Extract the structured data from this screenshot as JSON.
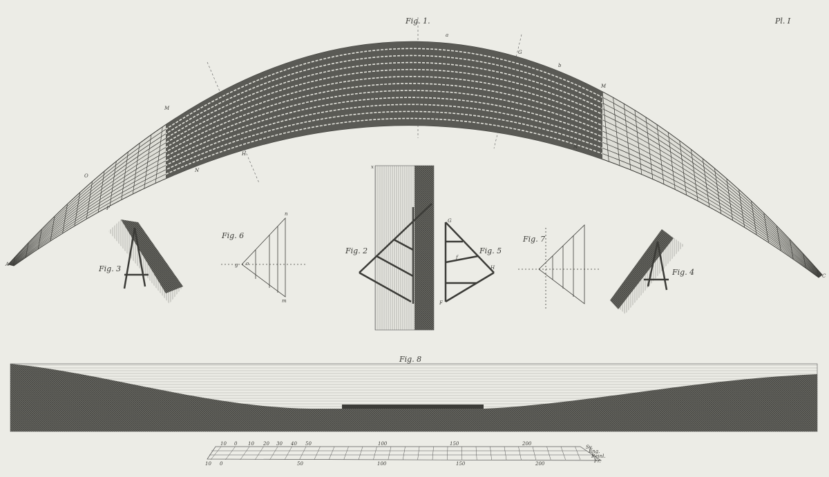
{
  "plate": {
    "plate_number": "Pl. I",
    "figures": {
      "fig1": "Fig. 1.",
      "fig2": "Fig. 2",
      "fig3": "Fig. 3",
      "fig4": "Fig. 4",
      "fig5": "Fig. 5",
      "fig6": "Fig. 6",
      "fig7": "Fig. 7",
      "fig8": "Fig. 8"
    },
    "letters": {
      "A": "A",
      "C": "C",
      "O": "O",
      "P": "P",
      "M": "M",
      "N": "N",
      "G": "G",
      "H": "H",
      "a": "a",
      "b": "b",
      "x": "x",
      "o": "o",
      "g": "g",
      "n": "n",
      "m": "m",
      "F": "F",
      "f": "f"
    },
    "scale": {
      "top_ticks": [
        "10",
        "0",
        "10",
        "20",
        "30",
        "40",
        "50",
        "100",
        "150",
        "200"
      ],
      "bottom_ticks": [
        "10",
        "0",
        "50",
        "100",
        "150",
        "200"
      ],
      "units": [
        "Sv.",
        "Eng.",
        "Reinl.",
        "Fr."
      ]
    }
  }
}
